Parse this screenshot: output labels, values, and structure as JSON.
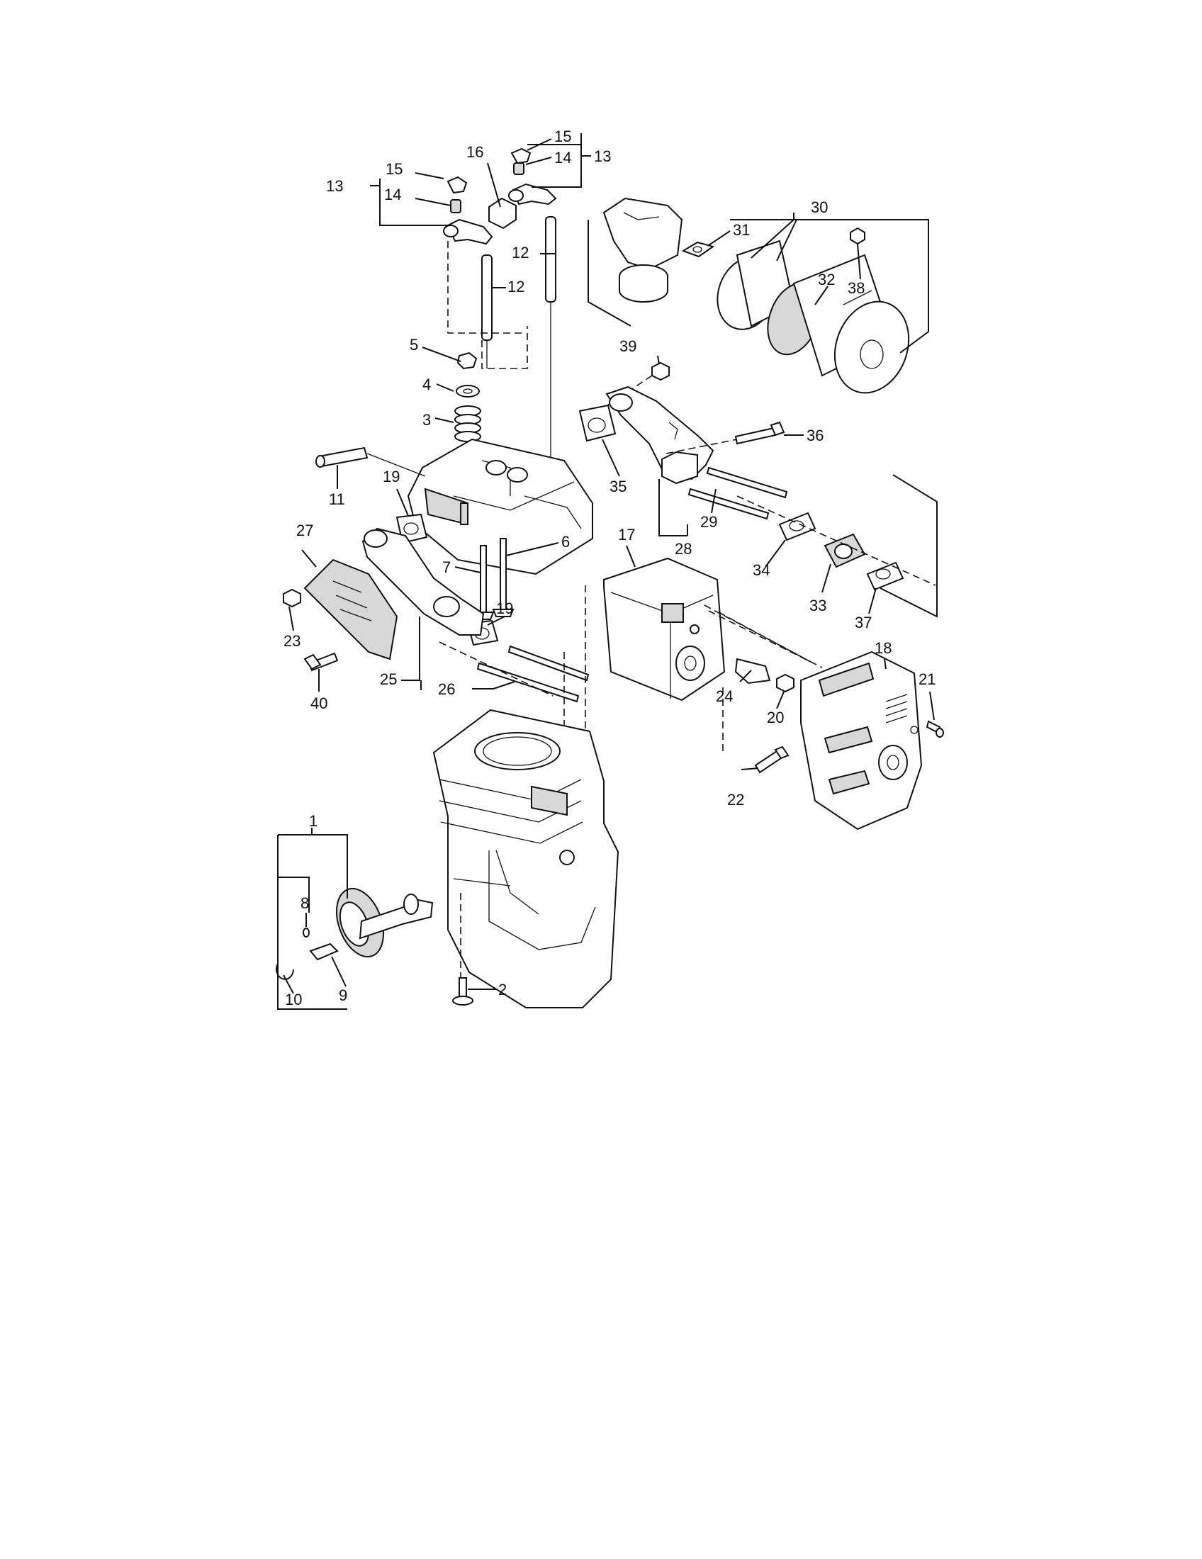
{
  "callouts": {
    "c1": "1",
    "c2": "2",
    "c3": "3",
    "c4": "4",
    "c5": "5",
    "c6": "6",
    "c7": "7",
    "c8": "8",
    "c9": "9",
    "c10": "10",
    "c11": "11",
    "c12a": "12",
    "c12b": "12",
    "c13a": "13",
    "c13b": "13",
    "c14a": "14",
    "c14b": "14",
    "c15a": "15",
    "c15b": "15",
    "c16": "16",
    "c17": "17",
    "c18": "18",
    "c19a": "19",
    "c19b": "19",
    "c20": "20",
    "c21": "21",
    "c22": "22",
    "c23": "23",
    "c24": "24",
    "c25": "25",
    "c26": "26",
    "c27": "27",
    "c28": "28",
    "c29": "29",
    "c30": "30",
    "c31": "31",
    "c32": "32",
    "c33": "33",
    "c34": "34",
    "c35": "35",
    "c36": "36",
    "c37": "37",
    "c38": "38",
    "c39": "39",
    "c40": "40"
  }
}
